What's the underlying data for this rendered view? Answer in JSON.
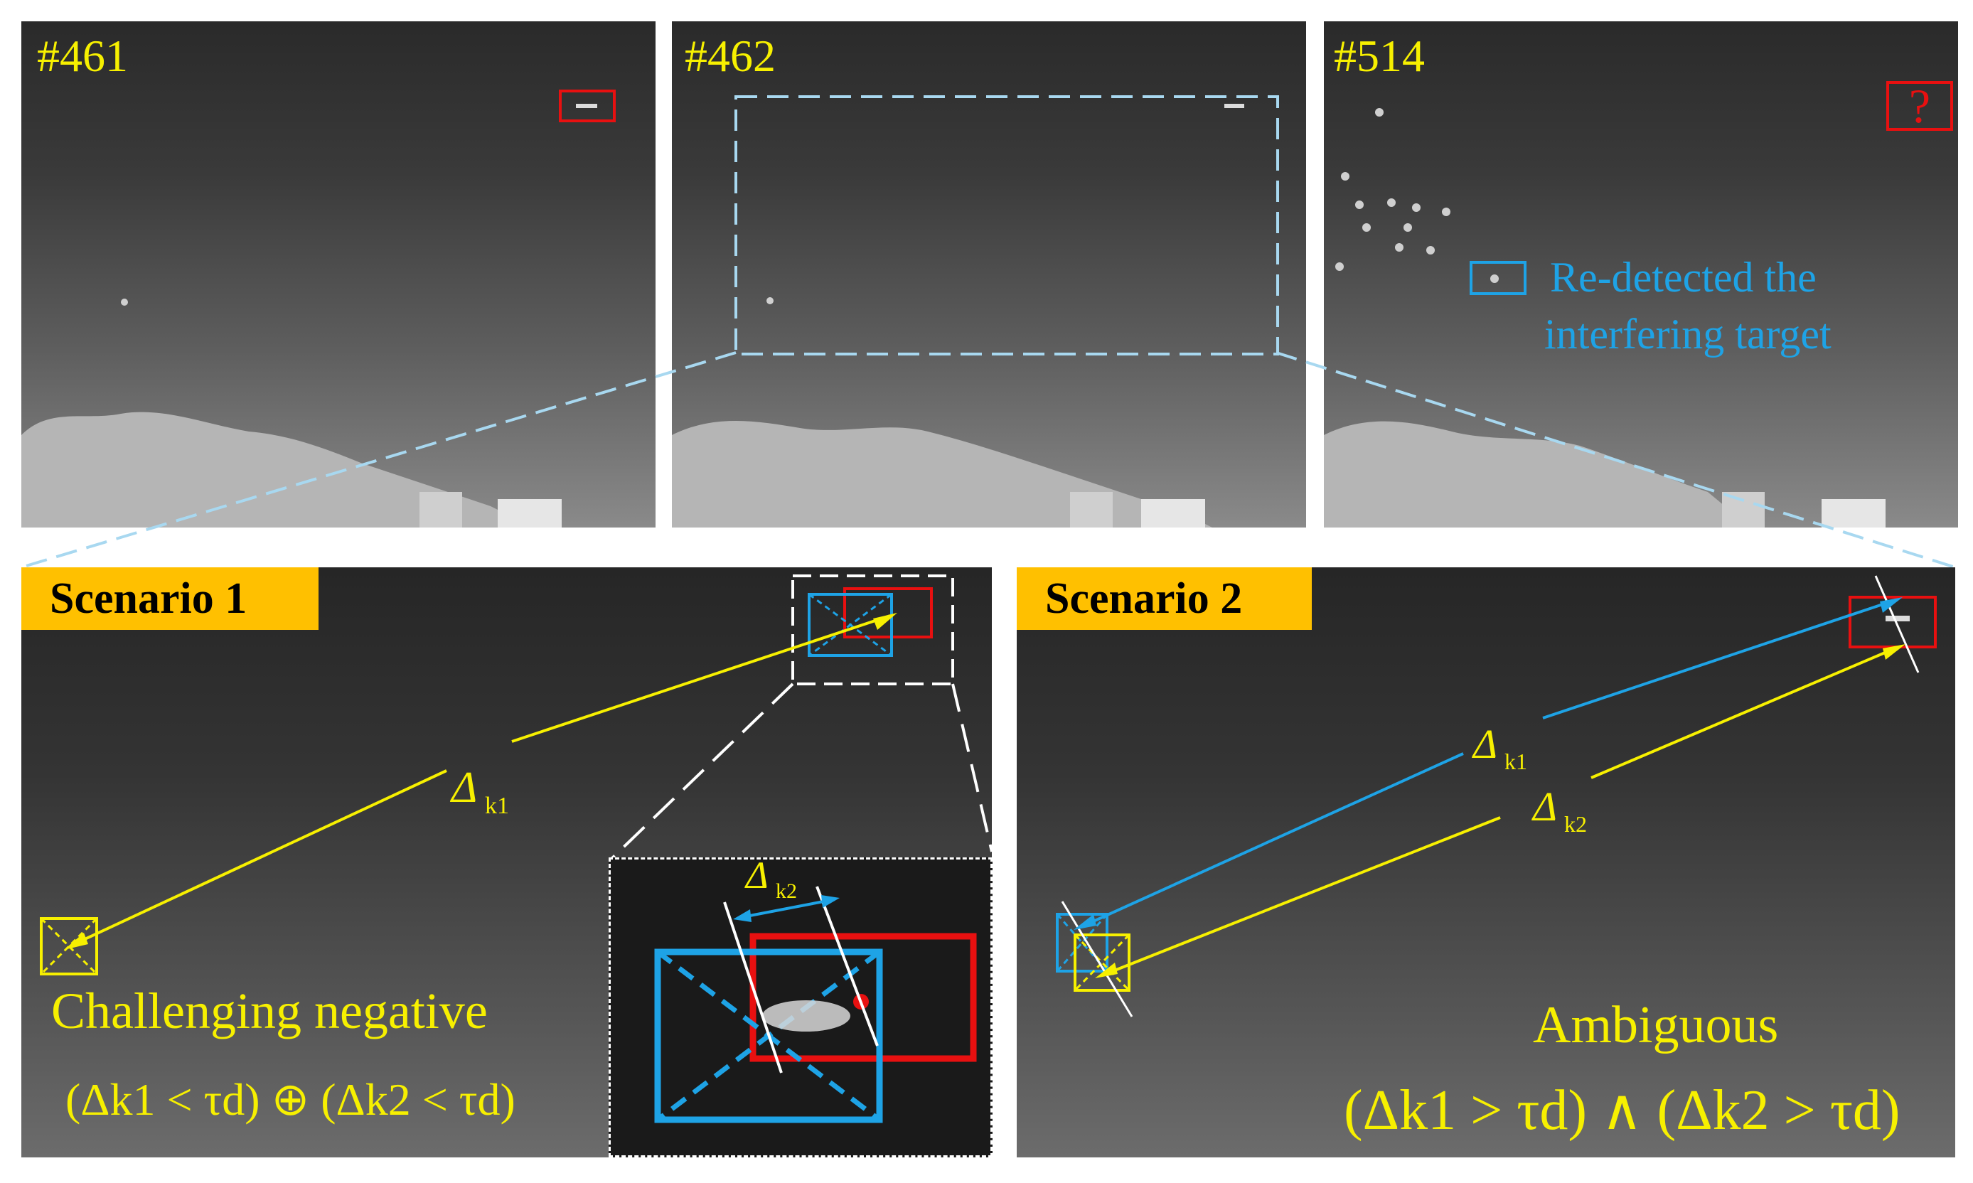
{
  "frames": [
    {
      "label": "#461"
    },
    {
      "label": "#462"
    },
    {
      "label": "#514",
      "question_mark": "?",
      "annotation_line1": "Re-detected  the",
      "annotation_line2": "interfering target"
    }
  ],
  "scenario1": {
    "tag": "Scenario 1",
    "delta_k1": "Δ",
    "delta_k1_sub": "k1",
    "delta_k2": "Δ",
    "delta_k2_sub": "k2",
    "caption": "Challenging negative",
    "formula": "(Δk1 < τd) ⊕ (Δk2 < τd)"
  },
  "scenario2": {
    "tag": "Scenario 2",
    "delta_k1": "Δ",
    "delta_k1_sub": "k1",
    "delta_k2": "Δ",
    "delta_k2_sub": "k2",
    "caption": "Ambiguous",
    "formula": "(Δk1 > τd) ∧ (Δk2 > τd)"
  },
  "colors": {
    "yellow": "#f7f000",
    "blue": "#1ea3e6",
    "red": "#e81010",
    "tag": "#ffc000",
    "dash": "#a8d8f0"
  }
}
